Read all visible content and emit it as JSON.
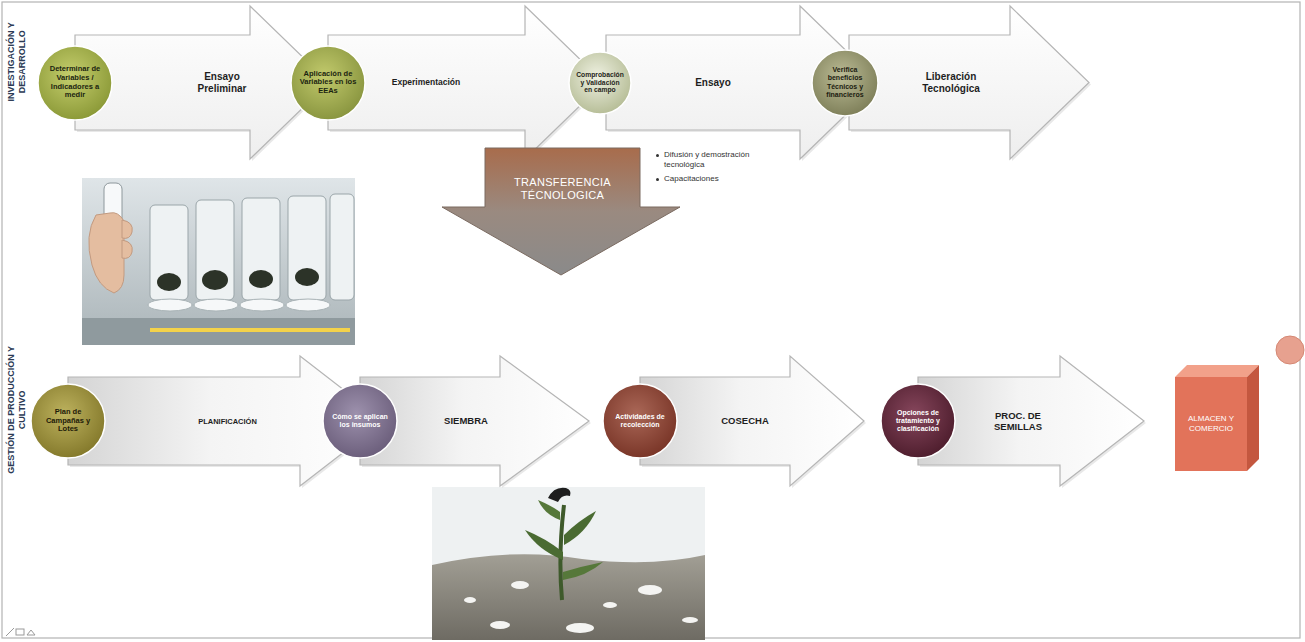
{
  "diagram": {
    "nodes": [
      {
        "text": [
          "Ensayo Preliminar"
        ]
      },
      {
        "text": [
          "Determinar de Variables / Indicadores a medir"
        ],
        "in": 0
      },
      {
        "text": [
          "Experimentación"
        ]
      },
      {
        "text": [
          "Aplicación de Variables en los EEAs"
        ],
        "in": 2
      },
      {
        "text": [
          "Ensayo"
        ]
      },
      {
        "text": [
          "Comprobación y Validación en campo"
        ],
        "in": 4
      },
      {
        "text": [
          "Liberación Tecnológica"
        ]
      },
      {
        "text": [
          "Verifica beneficios Técnicos y financieros"
        ],
        "in": 6
      },
      {
        "text": [
          "TRANSFERENCIA TÉCNOLOGICA"
        ]
      },
      {
        "text": [
          "PLANIFICACIÓN"
        ]
      },
      {
        "text": [
          "Plan de Campañas y Lotes"
        ],
        "in": 9
      },
      {
        "text": [
          "SIEMBRA"
        ]
      },
      {
        "text": [
          "Cómo se aplican los insumos"
        ],
        "in": 11
      },
      {
        "text": [
          "COSECHA"
        ]
      },
      {
        "text": [
          "Actividades de recolección"
        ],
        "in": 13
      },
      {
        "text": [
          "PROC. DE SEMILLAS"
        ]
      },
      {
        "text": [
          "Opciones de tratamiento y clasificación"
        ],
        "in": 15
      },
      {
        "text": [
          "ALMACEN Y COMERCIO"
        ]
      }
    ],
    "labels": [
      "INVESTIGACIÓN Y DESARROLLO",
      "GESTIÓN DE PRODUCCIÓN Y CULTIVO",
      "Difusión y demostración tecnológica",
      "Capacitaciones"
    ]
  }
}
